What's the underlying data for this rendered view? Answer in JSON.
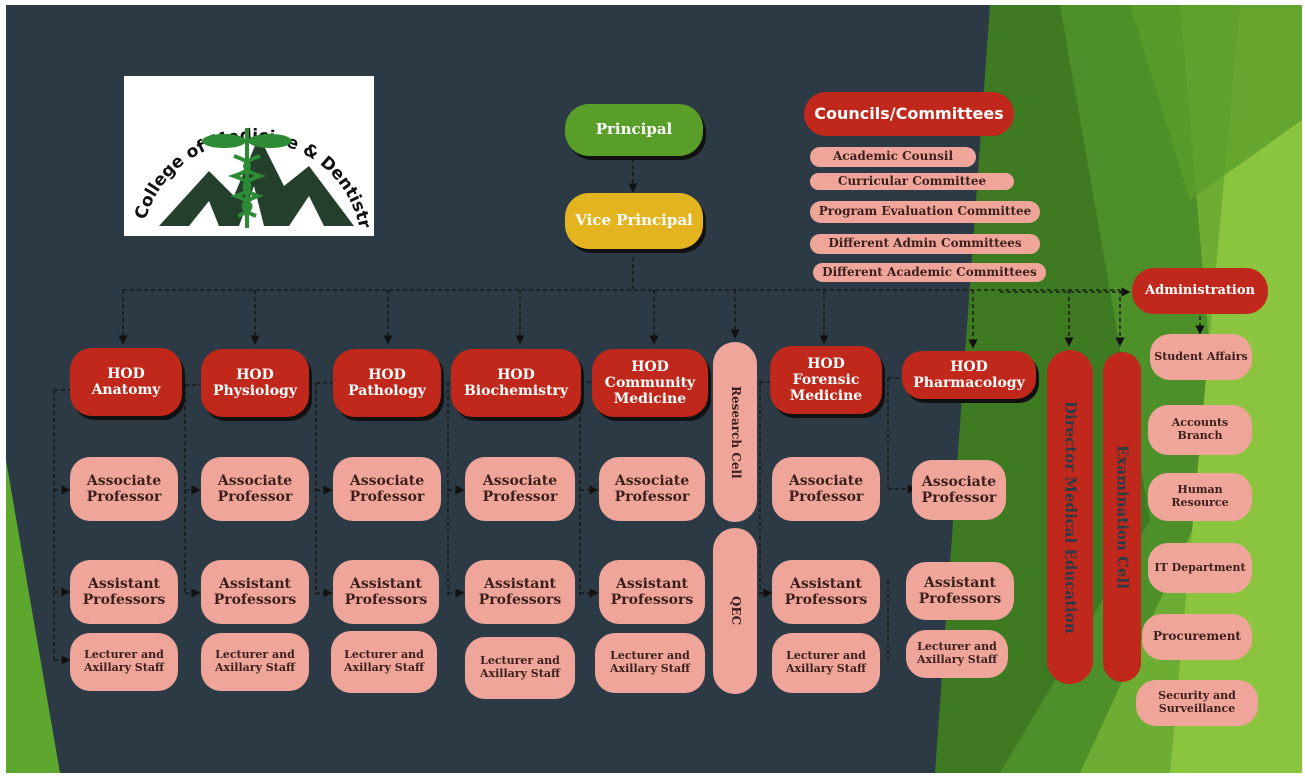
{
  "logo": {
    "text": "College of Medicine & Dentistry at The Hills"
  },
  "principal": "Principal",
  "vice_principal": "Vice Principal",
  "councils": {
    "title": "Councils/Committees",
    "items": [
      "Academic Counsil",
      "Curricular Committee",
      "Program Evaluation Committee",
      "Different Admin Committees",
      "Different Academic Committees"
    ]
  },
  "administration": {
    "title": "Administration",
    "items": [
      "Student Affairs",
      "Accounts Branch",
      "Human Resource",
      "IT Department",
      "Procurement",
      "Security and Surveillance"
    ]
  },
  "departments": [
    {
      "hod": "HOD Anatomy",
      "assoc": "Associate Professor",
      "assist": "Assistant Professors",
      "lect": "Lecturer and Axillary Staff"
    },
    {
      "hod": "HOD Physiology",
      "assoc": "Associate Professor",
      "assist": "Assistant Professors",
      "lect": "Lecturer and Axillary Staff"
    },
    {
      "hod": "HOD Pathology",
      "assoc": "Associate Professor",
      "assist": "Assistant Professors",
      "lect": "Lecturer and Axillary Staff"
    },
    {
      "hod": "HOD Biochemistry",
      "assoc": "Associate Professor",
      "assist": "Assistant Professors",
      "lect": "Lecturer and Axillary Staff"
    },
    {
      "hod": "HOD Community Medicine",
      "assoc": "Associate Professor",
      "assist": "Assistant Professors",
      "lect": "Lecturer and Axillary Staff"
    },
    {
      "hod": "HOD Forensic Medicine",
      "assoc": "Associate Professor",
      "assist": "Assistant Professors",
      "lect": "Lecturer and Axillary Staff"
    },
    {
      "hod": "HOD Pharmacology",
      "assoc": "Associate Professor",
      "assist": "Assistant Professors",
      "lect": "Lecturer and Axillary Staff"
    }
  ],
  "research_cell": "Research Cell",
  "qec": "QEC",
  "director_medical_education": "Director Medical Education",
  "examination_cell": "Examination Cell",
  "colors": {
    "background": "#2b3a44",
    "red": "#c0281c",
    "pink": "#f0a59b",
    "green": "#5a9e2a",
    "yellow": "#e3b420"
  }
}
